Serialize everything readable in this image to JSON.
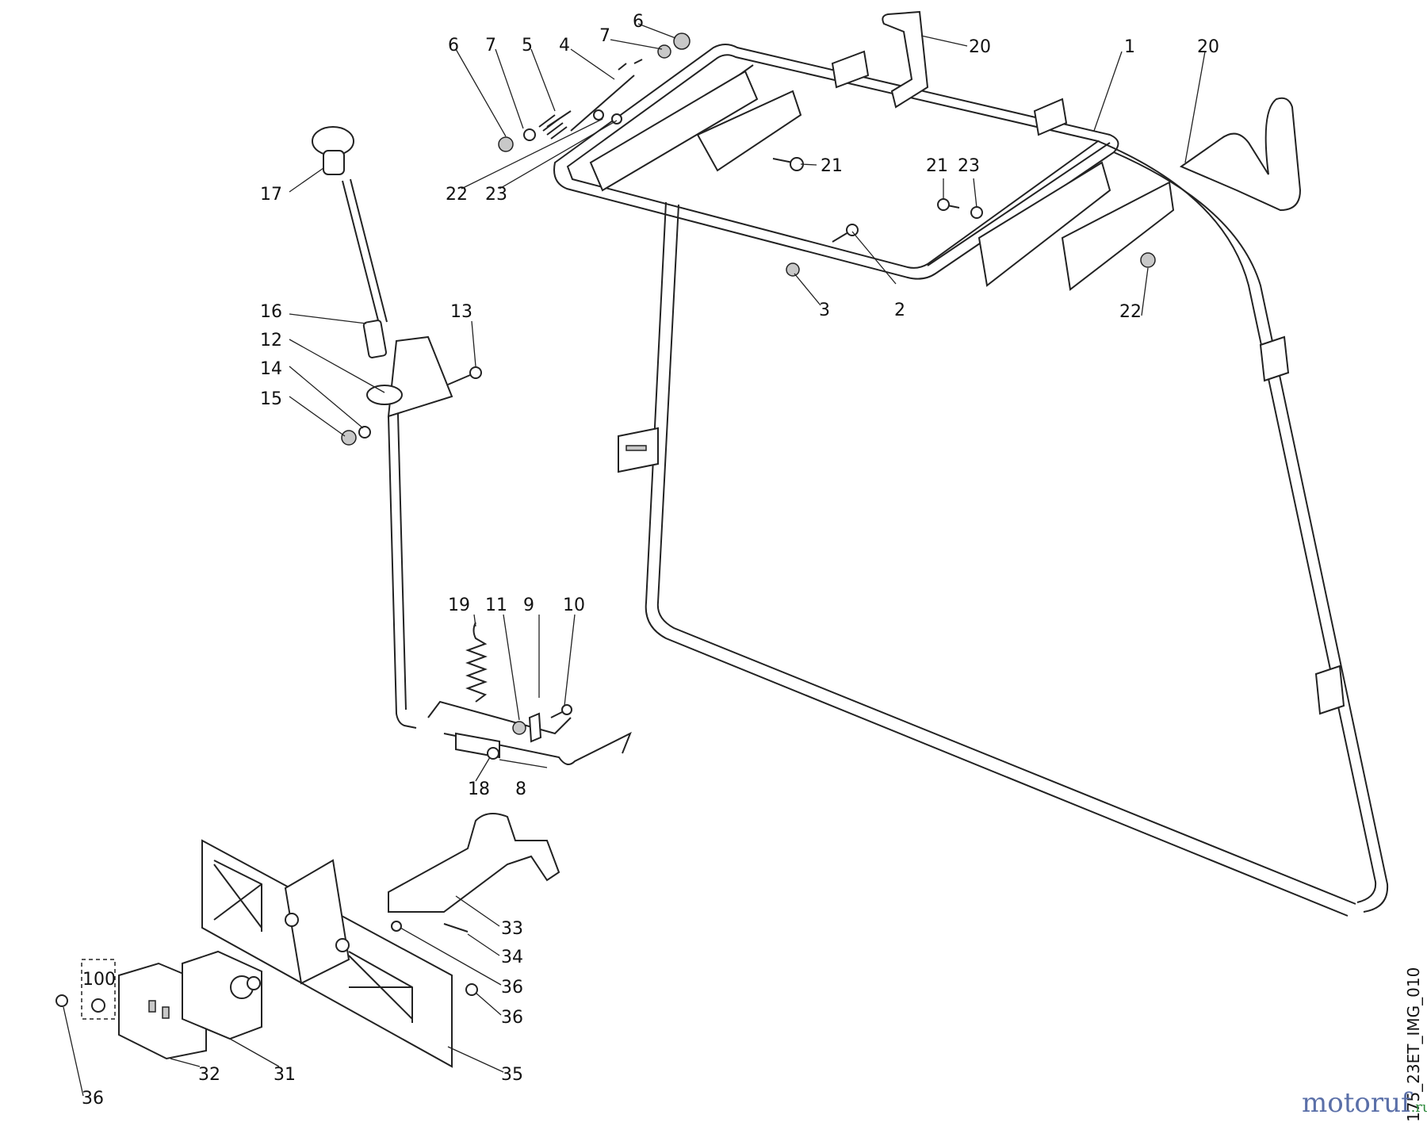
{
  "diagram": {
    "image_id": "175_23ET_IMG_010",
    "watermark": "motoruf",
    "watermark_suffix": ".ru",
    "watermark_colors": {
      "text": "#5a6fa8",
      "accent": "#2e8b3d"
    },
    "callouts": [
      {
        "id": "c1",
        "text": "1"
      },
      {
        "id": "c2",
        "text": "2"
      },
      {
        "id": "c3",
        "text": "3"
      },
      {
        "id": "c4",
        "text": "4"
      },
      {
        "id": "c5",
        "text": "5"
      },
      {
        "id": "c6a",
        "text": "6"
      },
      {
        "id": "c6b",
        "text": "6"
      },
      {
        "id": "c7a",
        "text": "7"
      },
      {
        "id": "c7b",
        "text": "7"
      },
      {
        "id": "c8",
        "text": "8"
      },
      {
        "id": "c9",
        "text": "9"
      },
      {
        "id": "c10",
        "text": "10"
      },
      {
        "id": "c11",
        "text": "11"
      },
      {
        "id": "c12",
        "text": "12"
      },
      {
        "id": "c13",
        "text": "13"
      },
      {
        "id": "c14",
        "text": "14"
      },
      {
        "id": "c15",
        "text": "15"
      },
      {
        "id": "c16",
        "text": "16"
      },
      {
        "id": "c17",
        "text": "17"
      },
      {
        "id": "c18",
        "text": "18"
      },
      {
        "id": "c19",
        "text": "19"
      },
      {
        "id": "c20a",
        "text": "20"
      },
      {
        "id": "c20b",
        "text": "20"
      },
      {
        "id": "c21a",
        "text": "21"
      },
      {
        "id": "c21b",
        "text": "21"
      },
      {
        "id": "c22a",
        "text": "22"
      },
      {
        "id": "c22b",
        "text": "22"
      },
      {
        "id": "c23a",
        "text": "23"
      },
      {
        "id": "c23b",
        "text": "23"
      },
      {
        "id": "c31",
        "text": "31"
      },
      {
        "id": "c32",
        "text": "32"
      },
      {
        "id": "c33",
        "text": "33"
      },
      {
        "id": "c34",
        "text": "34"
      },
      {
        "id": "c35",
        "text": "35"
      },
      {
        "id": "c36a",
        "text": "36"
      },
      {
        "id": "c36b",
        "text": "36"
      },
      {
        "id": "c36c",
        "text": "36"
      },
      {
        "id": "c100",
        "text": "100"
      }
    ]
  }
}
